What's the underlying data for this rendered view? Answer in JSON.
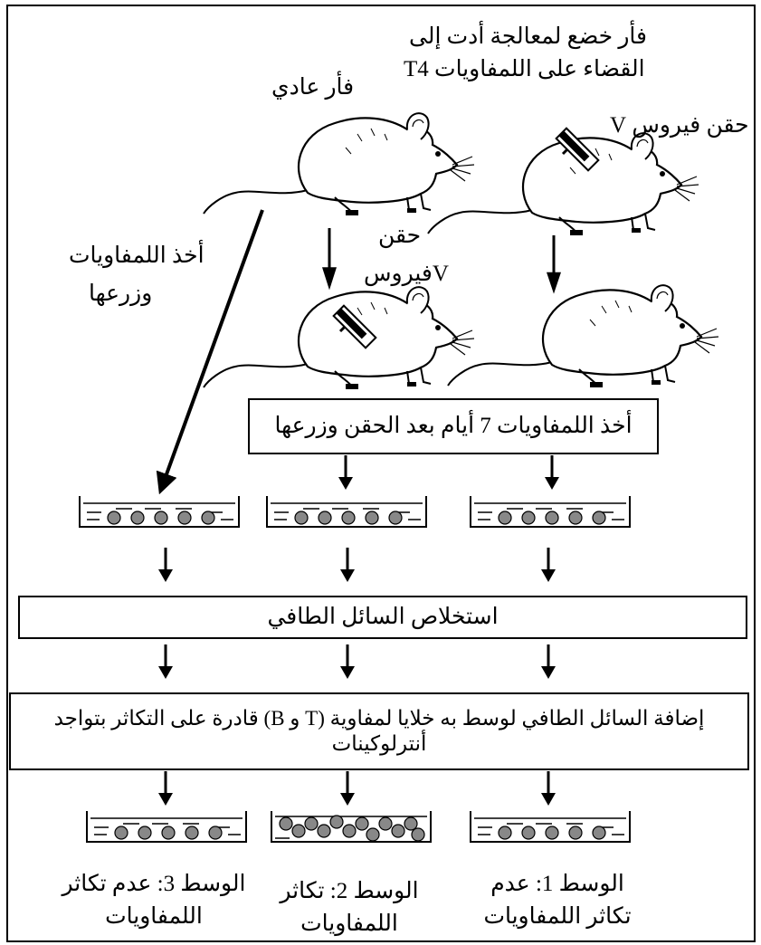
{
  "labels": {
    "treated_mouse_line1": "فأر خضع لمعالجة أدت إلى",
    "treated_mouse_line2": "القضاء على اللمفاويات T4",
    "normal_mouse": "فأر عادي",
    "inject_virus_top": "حقن فيروس V",
    "inject_virus_mid_line1": "حقن",
    "inject_virus_mid_line2": "Vفيروس",
    "take_lymph_line1": "أخذ اللمفاويات",
    "take_lymph_line2": "وزرعها"
  },
  "boxes": {
    "after7days": "أخذ اللمفاويات 7 أيام بعد الحقن وزرعها",
    "extract": "استخلاص السائل الطافي",
    "add_line1": "إضافة السائل الطافي لوسط به خلايا لمفاوية (T و B) قادرة على التكاثر بتواجد",
    "add_line2": "أنترلوكينات"
  },
  "results": {
    "medium3_line1": "الوسط 3: عدم تكاثر",
    "medium3_line2": "اللمفاويات",
    "medium2_line1": "الوسط 2: تكاثر",
    "medium2_line2": "اللمفاويات",
    "medium1_line1": "الوسط 1:  عدم",
    "medium1_line2": "تكاثر اللمفاويات"
  }
}
